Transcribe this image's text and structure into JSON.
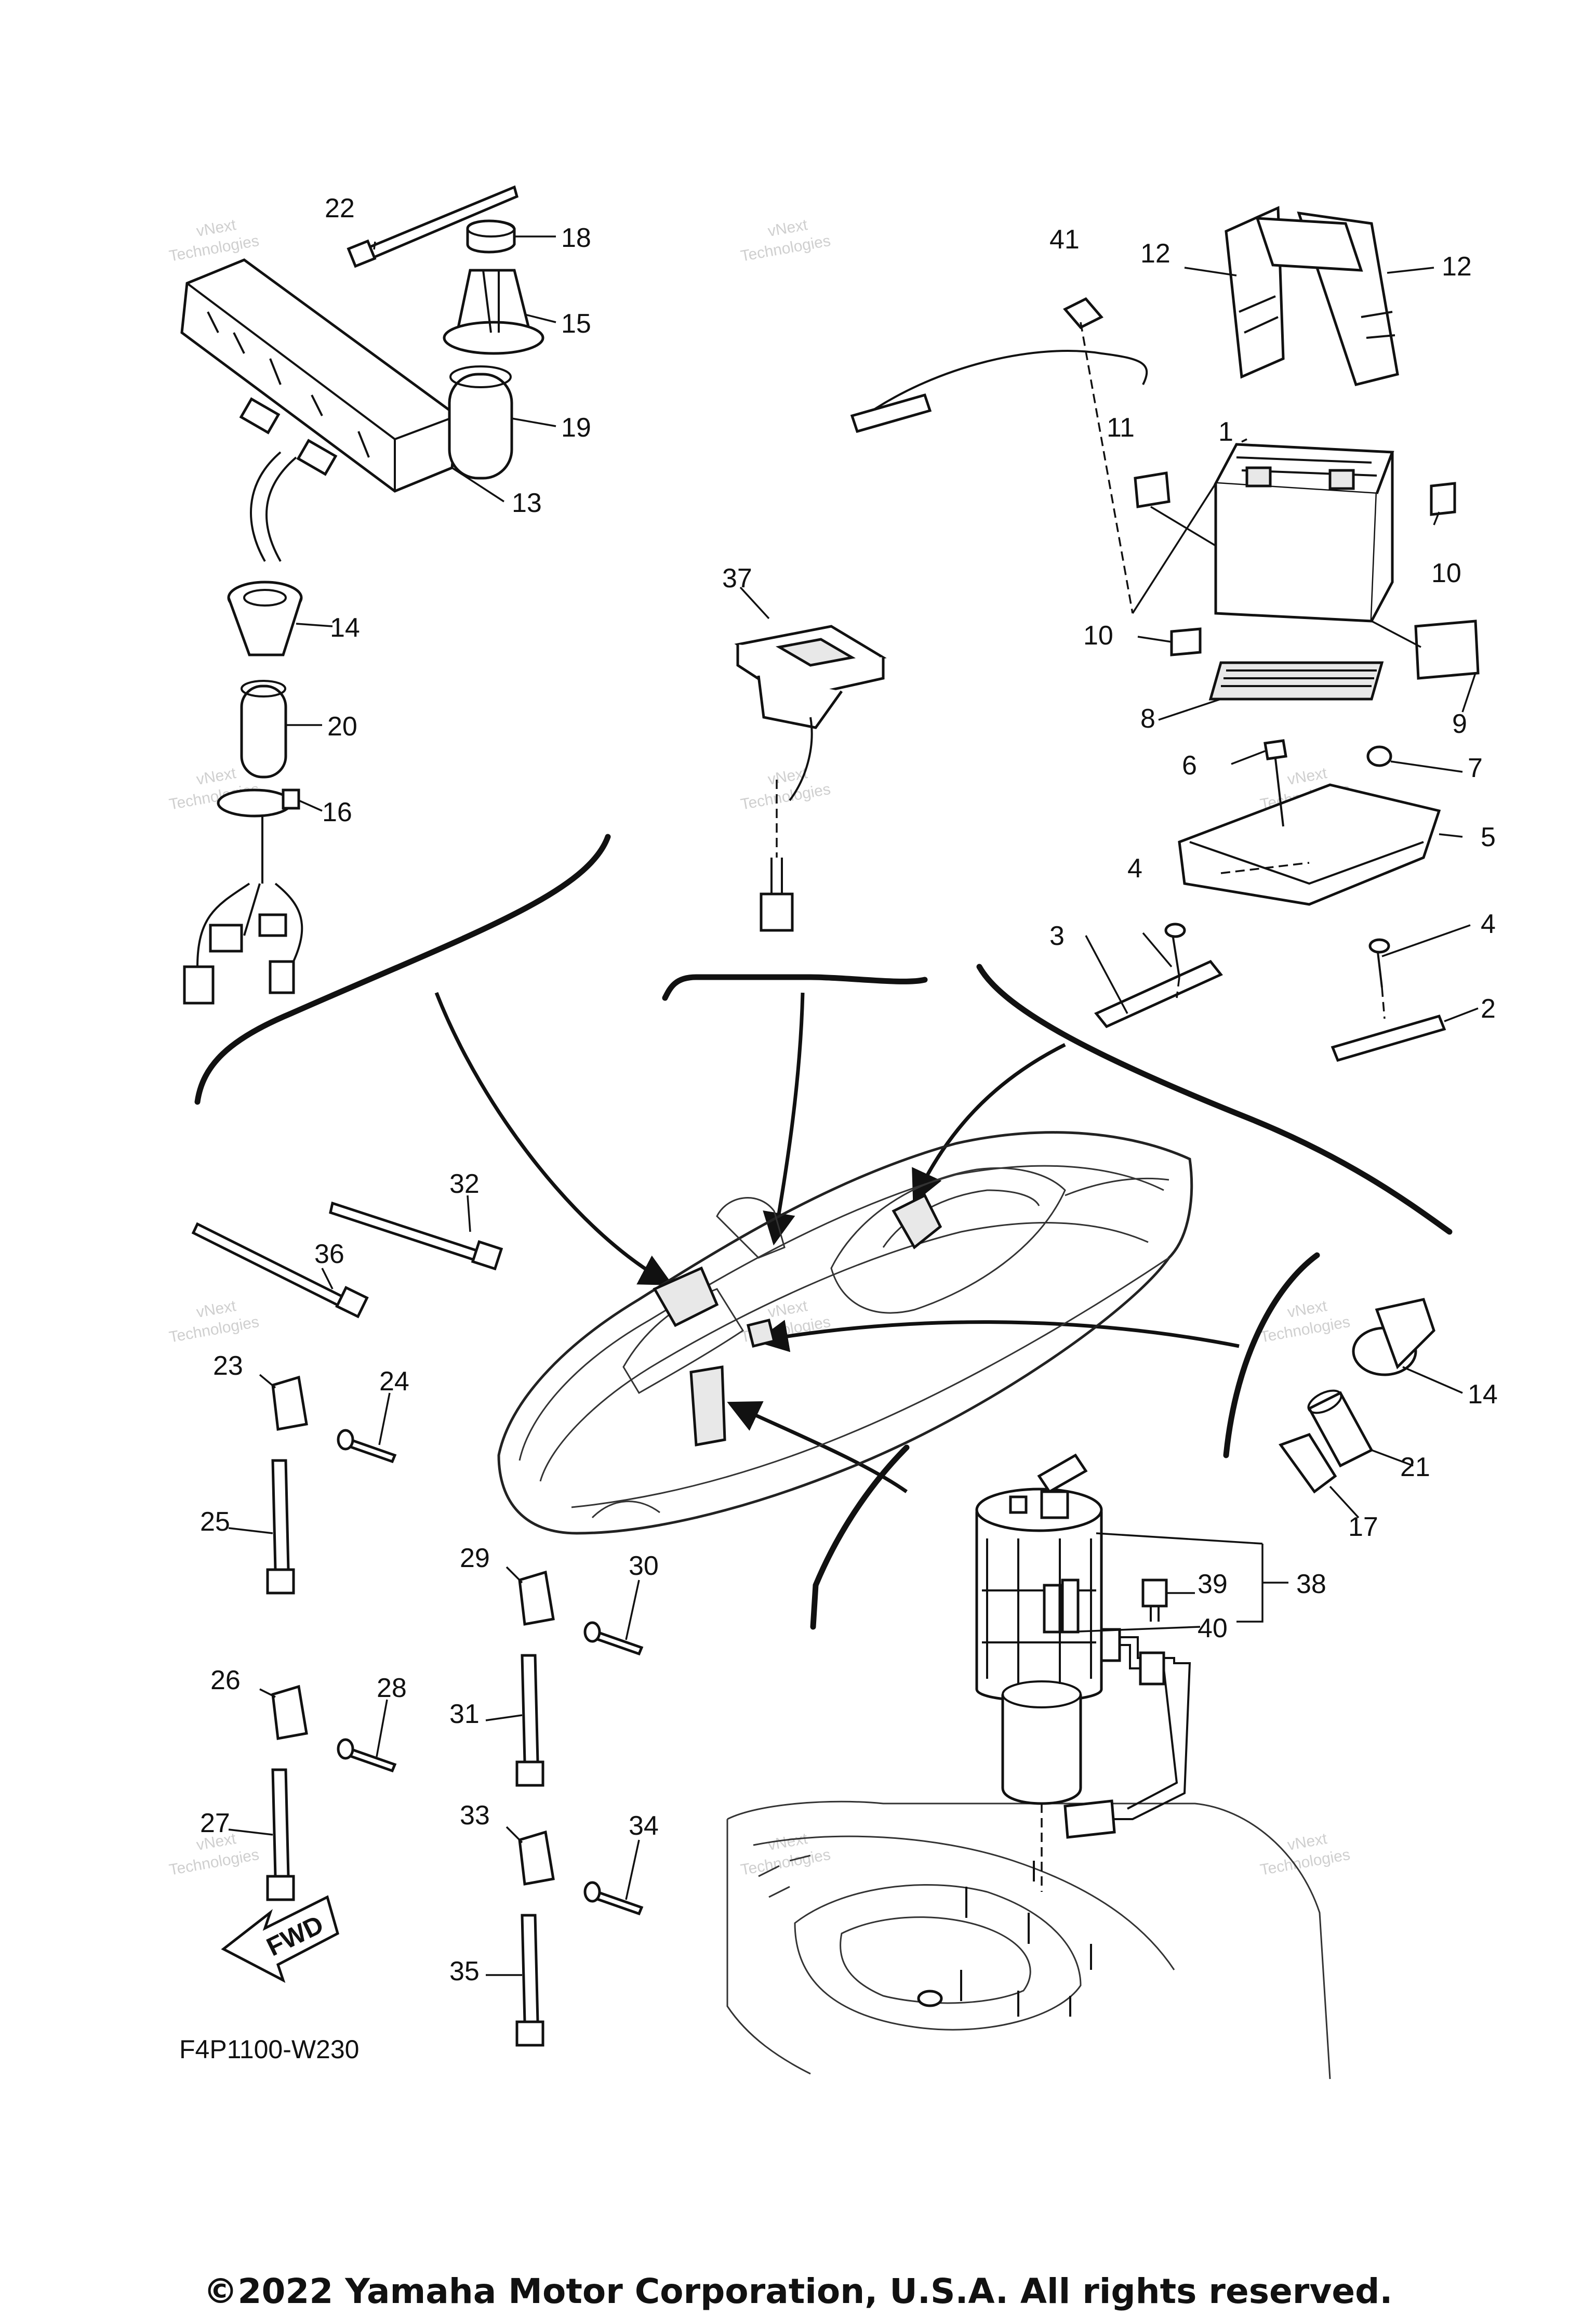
{
  "diagram": {
    "code": "F4P1100-W230",
    "copyright": "©2022 Yamaha Motor Corporation, U.S.A. All rights reserved.",
    "watermark_line1": "vNext",
    "watermark_line2": "Technologies",
    "fwd_label": "FWD",
    "callouts": {
      "c1": "1",
      "c2": "2",
      "c3": "3",
      "c4a": "4",
      "c4b": "4",
      "c5": "5",
      "c6": "6",
      "c7": "7",
      "c8": "8",
      "c9": "9",
      "c10a": "10",
      "c10b": "10",
      "c11": "11",
      "c12a": "12",
      "c12b": "12",
      "c13": "13",
      "c14a": "14",
      "c14b": "14",
      "c15": "15",
      "c16": "16",
      "c17": "17",
      "c18": "18",
      "c19": "19",
      "c20": "20",
      "c21": "21",
      "c22": "22",
      "c23": "23",
      "c24": "24",
      "c25": "25",
      "c26": "26",
      "c27": "27",
      "c28": "28",
      "c29": "29",
      "c30": "30",
      "c31": "31",
      "c32": "32",
      "c33": "33",
      "c34": "34",
      "c35": "35",
      "c36": "36",
      "c37": "37",
      "c38": "38",
      "c39": "39",
      "c40": "40",
      "c41": "41"
    }
  }
}
